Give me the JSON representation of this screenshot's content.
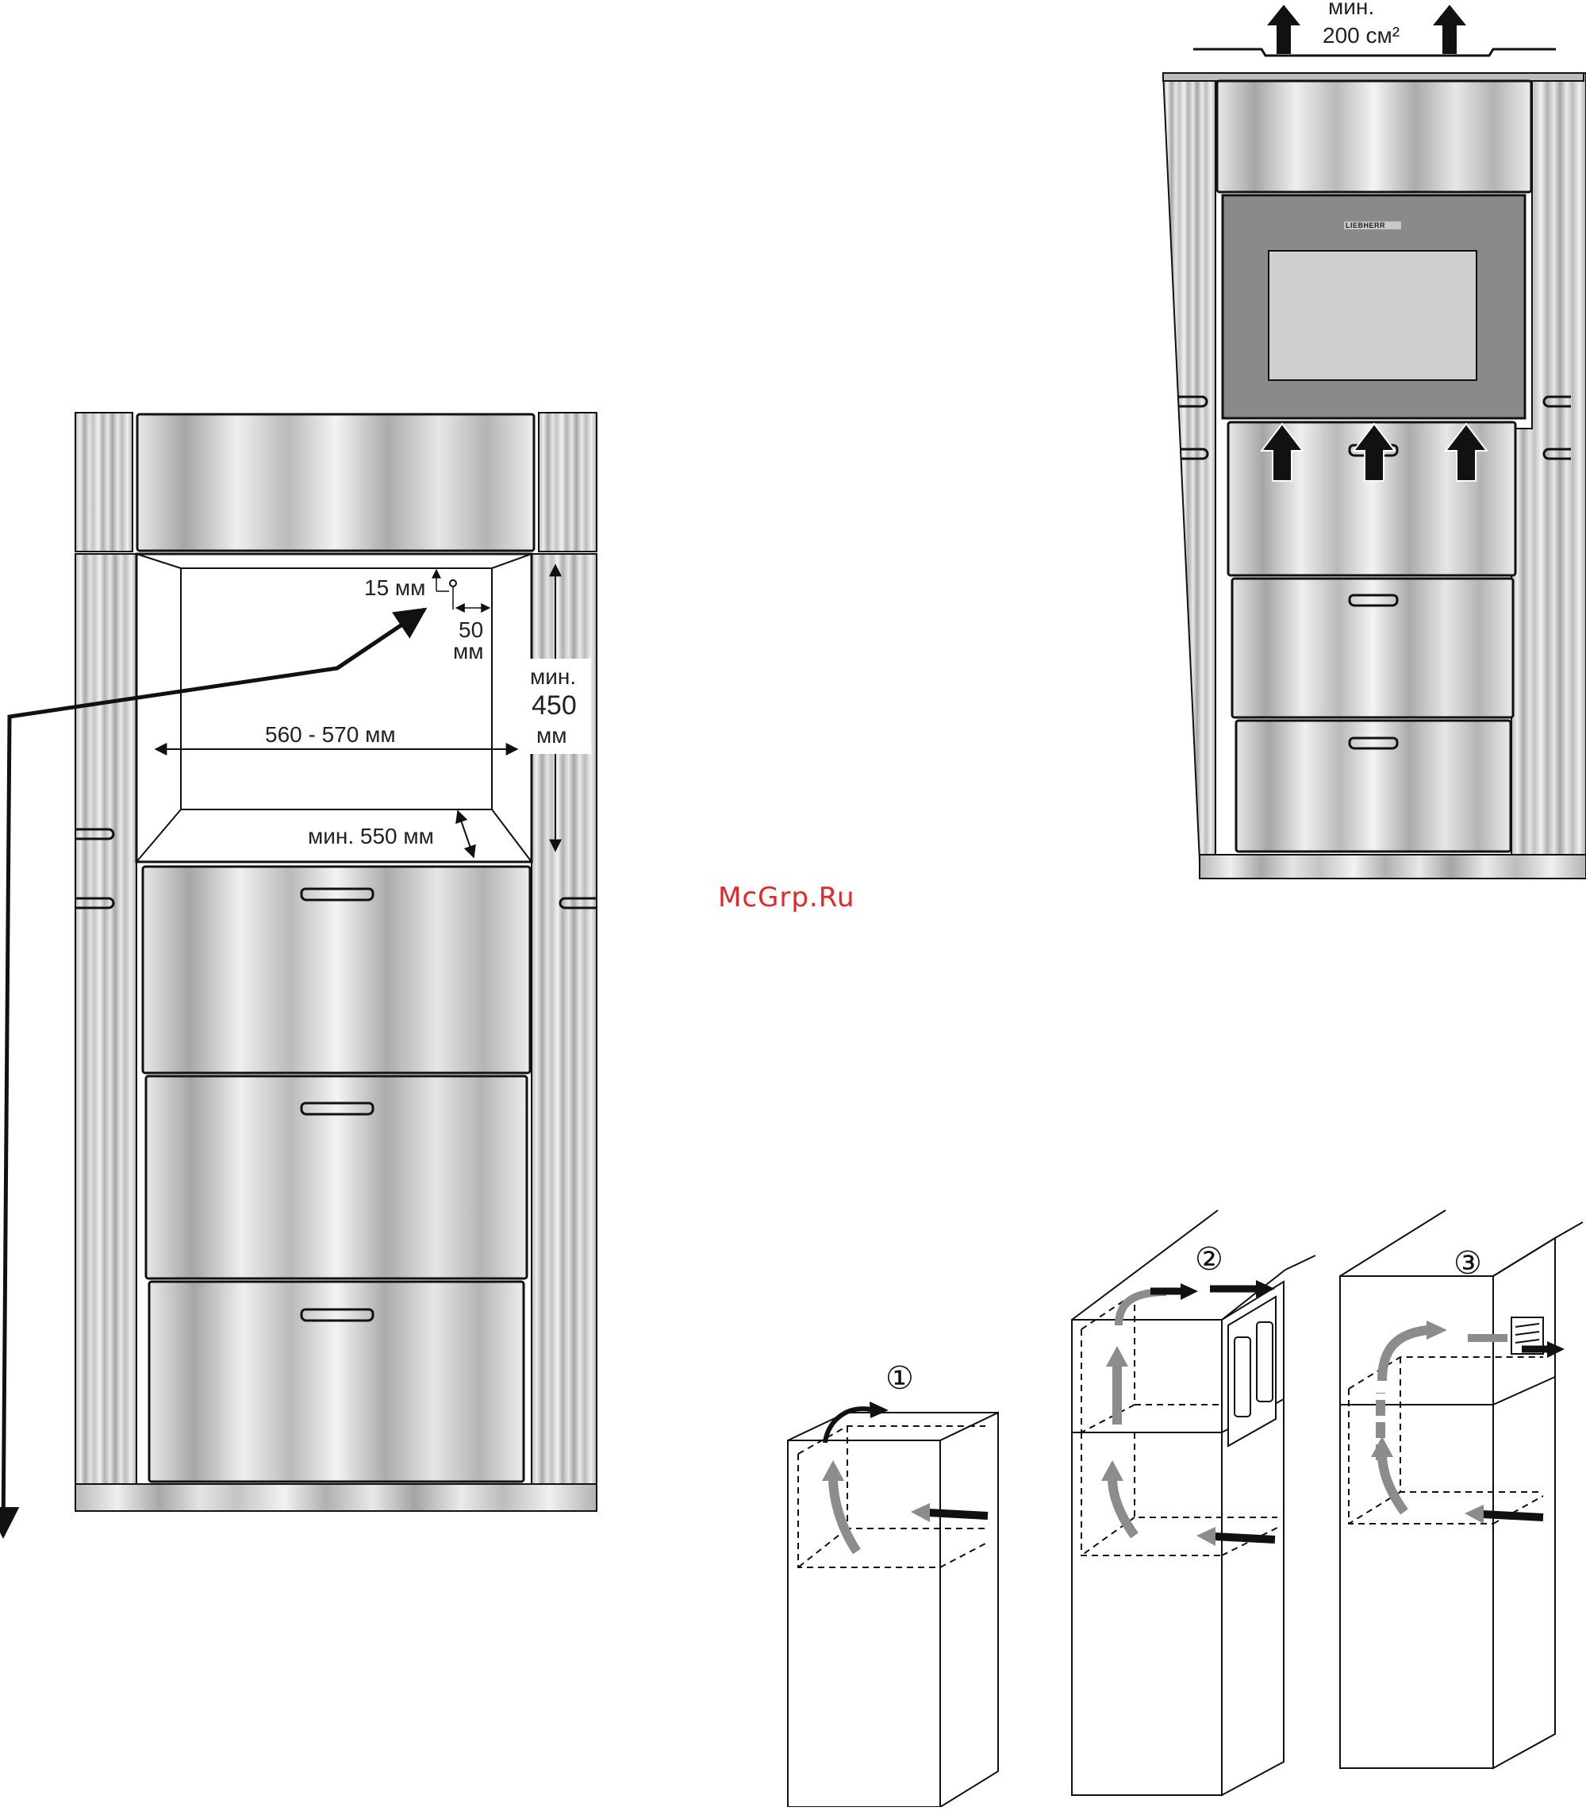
{
  "left_diagram": {
    "dimensions": {
      "top_offset": "15 мм",
      "side_offset_value": "50",
      "side_offset_unit": "мм",
      "niche_width": "560 - 570 мм",
      "niche_height_prefix": "мин.",
      "niche_height_value": "450",
      "niche_height_unit": "мм",
      "niche_depth": "мин. 550 мм"
    }
  },
  "right_diagram": {
    "vent_label_prefix": "мин.",
    "vent_label_value": "200 см²",
    "appliance_brand": "LIEBHERR"
  },
  "watermark": "McGrp.Ru",
  "ventilation_options": {
    "items": [
      {
        "badge": "①"
      },
      {
        "badge": "②"
      },
      {
        "badge": "③"
      }
    ]
  },
  "colors": {
    "line": "#111111",
    "wood_light": "#e2e2e2",
    "wood_dark": "#9a9a9a",
    "oven_frame": "#8a8a8a",
    "oven_window": "#cfcfcf",
    "flow_arrow": "#8c8c8c",
    "watermark": "#e8262a"
  }
}
